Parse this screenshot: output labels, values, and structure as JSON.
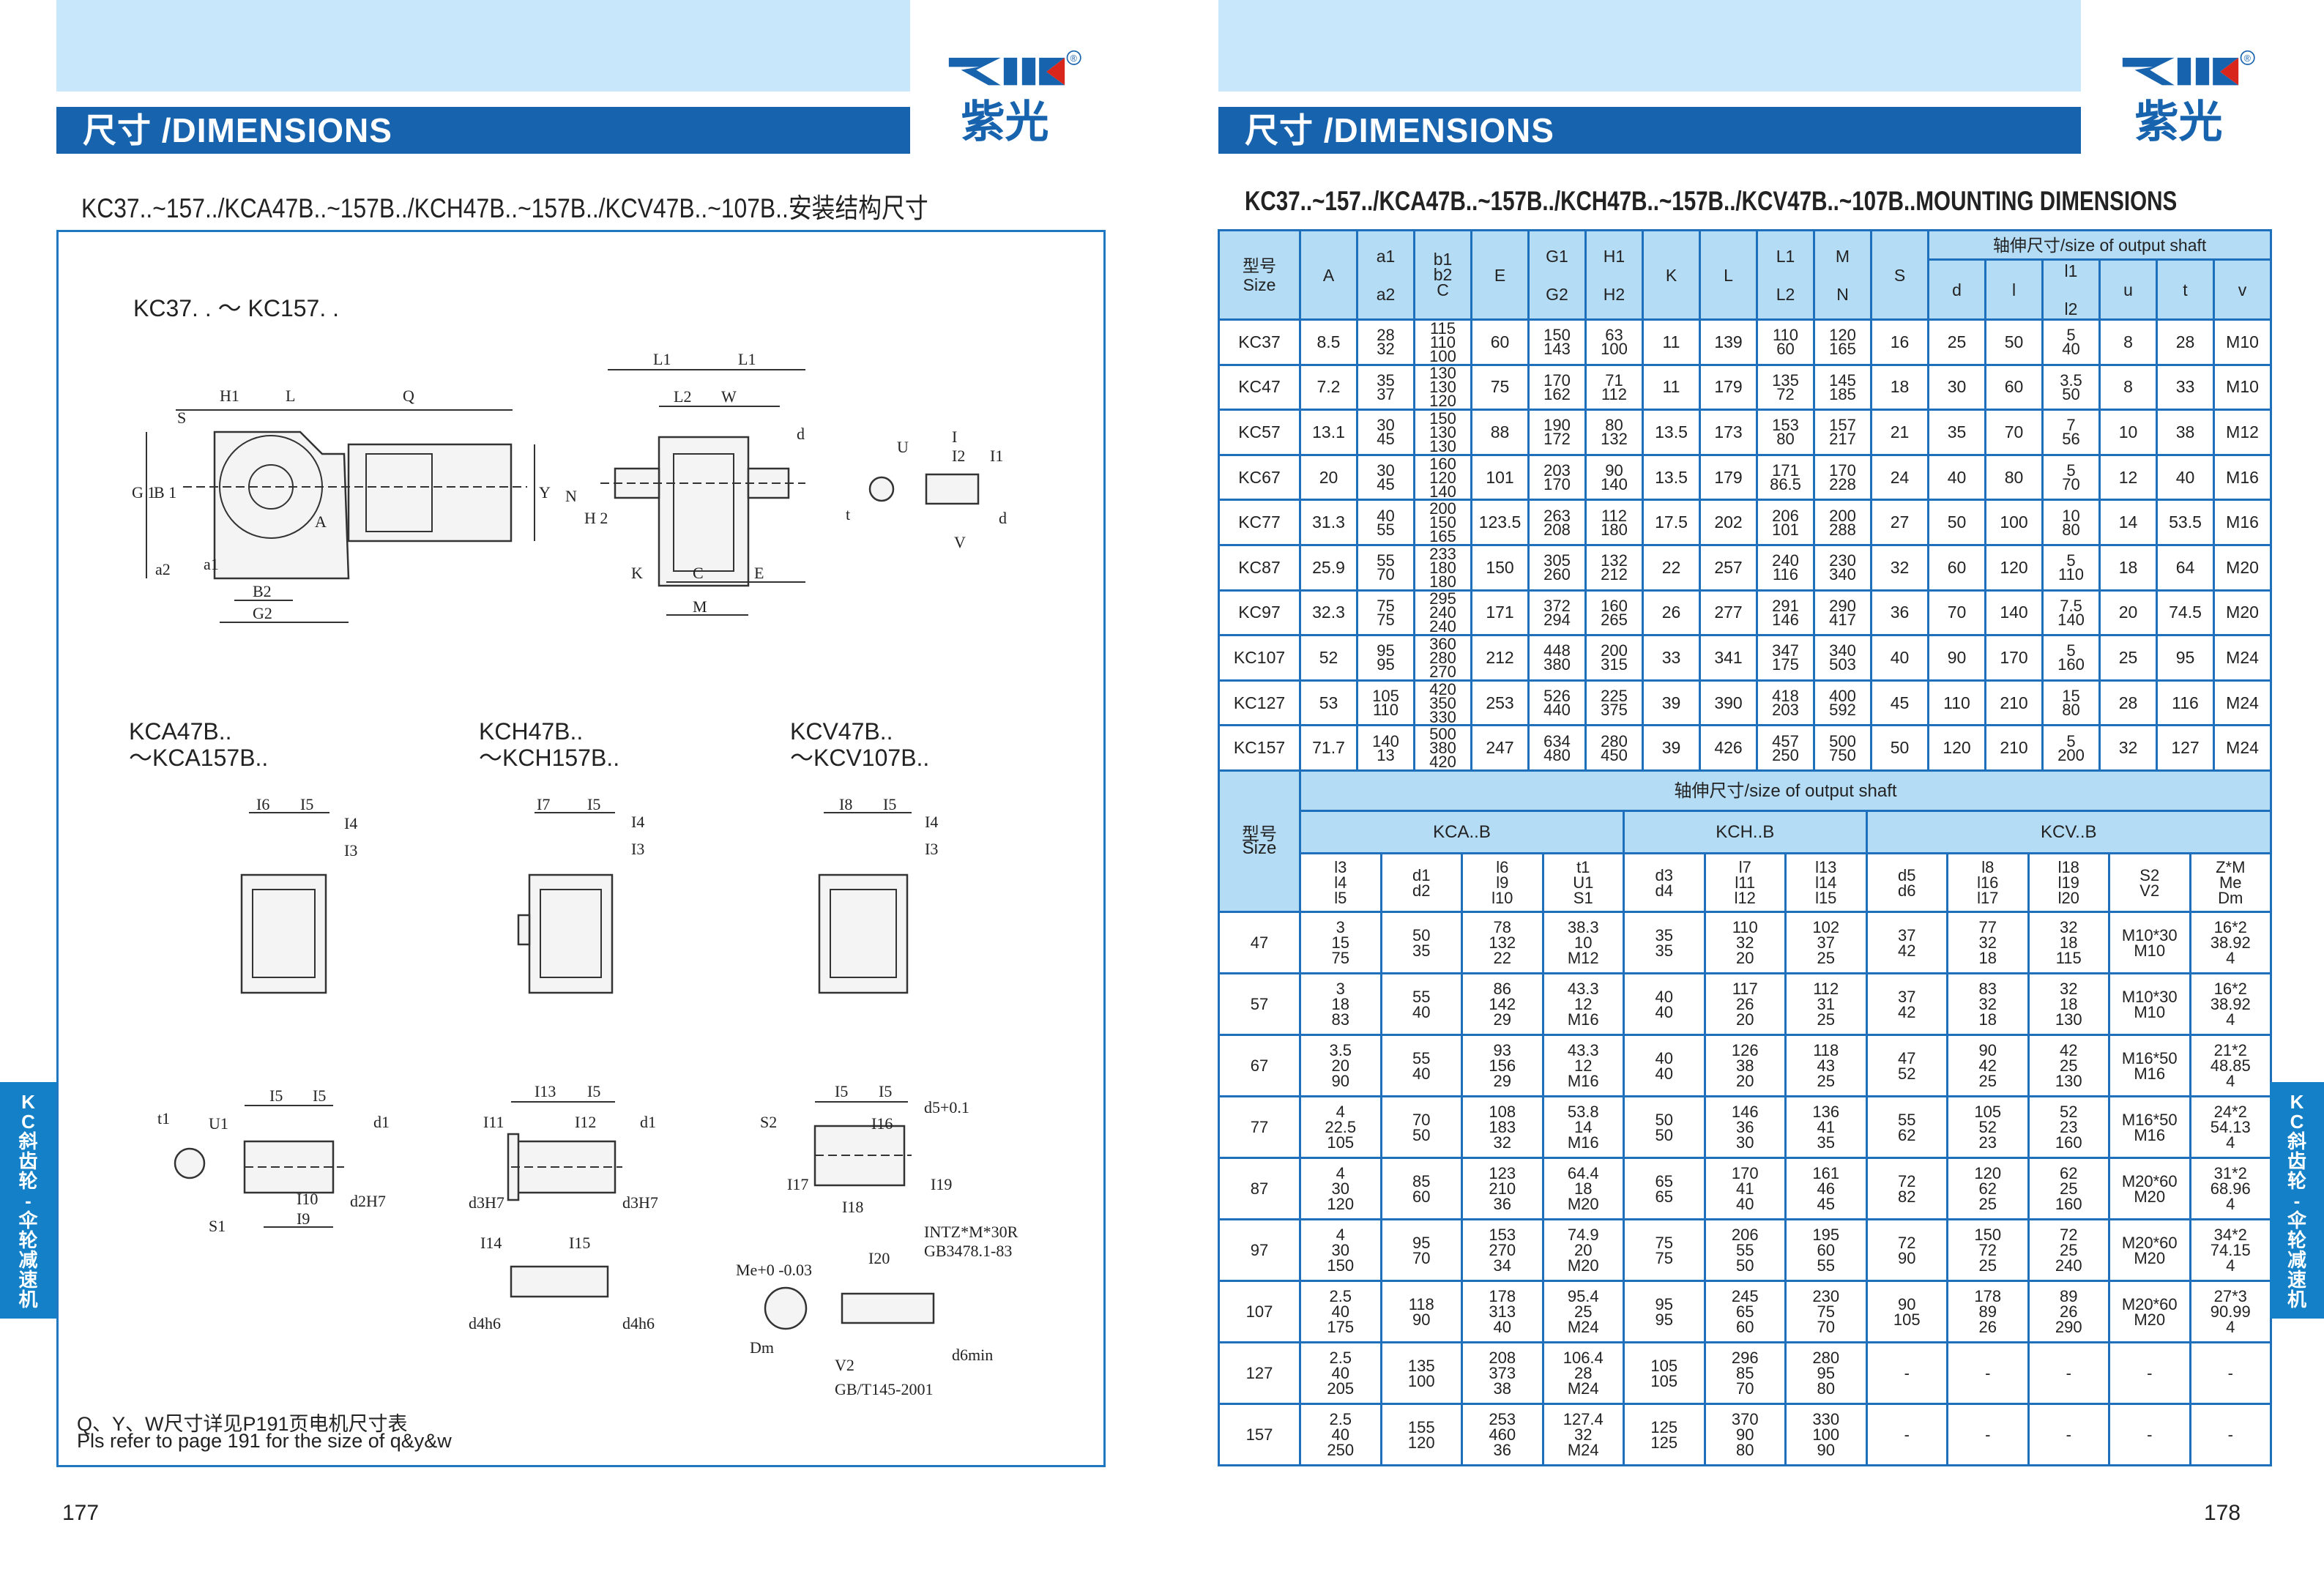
{
  "brand": {
    "logo_text": "ZIK",
    "logo_cn": "紫光",
    "registered_mark": "®",
    "colors": {
      "blue": "#1763ad",
      "red": "#d9261c",
      "header_band": "#c9e7fa",
      "table_header": "#b5dcf5",
      "table_border": "#1e6fbc",
      "side_tab": "#1380c8"
    }
  },
  "left_page": {
    "title": "尺寸 /DIMENSIONS",
    "subtitle": "KC37..~157../KCA47B..~157B../KCH47B..~157B../KCV47B..~107B..安装结构尺寸",
    "side_tab": "K\nC\n斜\n齿\n轮\n-\n伞\n轮\n减\n速\n机",
    "page_number": "177",
    "note_cn": "Q、Y、W尺寸详见P191页电机尺寸表",
    "note_en": "Pls refer to page 191 for the size of q&y&w",
    "drawings": {
      "main_label": "KC37. . ～ KC157. .",
      "main_dims": [
        "H1",
        "L",
        "Q",
        "S",
        "G 1",
        "B 1",
        "Y",
        "A",
        "a2",
        "a1",
        "B2",
        "G2"
      ],
      "side_dims": [
        "L1",
        "L1",
        "L2",
        "W",
        "d",
        "N",
        "H 2",
        "K",
        "C",
        "E",
        "M"
      ],
      "shaft_dims": [
        "U",
        "t",
        "I",
        "I2",
        "I1",
        "d",
        "V"
      ],
      "variants": [
        {
          "line1": "KCA47B..",
          "line2": "～KCA157B..",
          "dims": [
            "I6",
            "I5",
            "I4",
            "I3"
          ]
        },
        {
          "line1": "KCH47B..",
          "line2": "～KCH157B..",
          "dims": [
            "I7",
            "I5",
            "I4",
            "I3"
          ]
        },
        {
          "line1": "KCV47B..",
          "line2": "～KCV107B..",
          "dims": [
            "I8",
            "I5",
            "I4",
            "I3"
          ]
        }
      ],
      "kca_shaft_dims": [
        "t1",
        "U1",
        "I5",
        "I5",
        "d1",
        "I10",
        "d2H7",
        "S1",
        "I9"
      ],
      "kch_shaft_dims": [
        "I13",
        "I5",
        "I11",
        "I12",
        "d1",
        "d3H7",
        "d3H7",
        "I14",
        "I15",
        "d4h6",
        "d4h6"
      ],
      "kcv_shaft_dims": [
        "I5",
        "I5",
        "S2",
        "I16",
        "d5+0.1",
        "I17",
        "I19",
        "I18",
        "I20",
        "Me+0 -0.03",
        "Dm",
        "d6min"
      ],
      "kcv_notes": [
        "INTZ*M*30R",
        "GB3478.1-83",
        "V2",
        "GB/T145-2001"
      ]
    }
  },
  "right_page": {
    "title": "尺寸 /DIMENSIONS",
    "subtitle": "KC37..~157../KCA47B..~157B../KCH47B..~157B../KCV47B..~107B..MOUNTING DIMENSIONS",
    "side_tab": "K\nC\n斜\n齿\n轮\n-\n伞\n轮\n减\n速\n机",
    "page_number": "178",
    "table1": {
      "size_header": "型号\nSize",
      "headers": [
        "A",
        "a1\n\na2",
        "b1\nb2\nC",
        "E",
        "G1\n\nG2",
        "H1\n\nH2",
        "K",
        "L",
        "L1\n\nL2",
        "M\n\nN",
        "S"
      ],
      "group_header": "轴伸尺寸/size of output shaft",
      "group_columns": [
        "d",
        "l",
        "l1\n\nl2",
        "u",
        "t",
        "v"
      ],
      "rows": [
        [
          "KC37",
          "8.5",
          "28\n32",
          "115\n110\n100",
          "60",
          "150\n143",
          "63\n100",
          "11",
          "139",
          "110\n60",
          "120\n165",
          "16",
          "25",
          "50",
          "5\n40",
          "8",
          "28",
          "M10"
        ],
        [
          "KC47",
          "7.2",
          "35\n37",
          "130\n130\n120",
          "75",
          "170\n162",
          "71\n112",
          "11",
          "179",
          "135\n72",
          "145\n185",
          "18",
          "30",
          "60",
          "3.5\n50",
          "8",
          "33",
          "M10"
        ],
        [
          "KC57",
          "13.1",
          "30\n45",
          "150\n130\n130",
          "88",
          "190\n172",
          "80\n132",
          "13.5",
          "173",
          "153\n80",
          "157\n217",
          "21",
          "35",
          "70",
          "7\n56",
          "10",
          "38",
          "M12"
        ],
        [
          "KC67",
          "20",
          "30\n45",
          "160\n120\n140",
          "101",
          "203\n170",
          "90\n140",
          "13.5",
          "179",
          "171\n86.5",
          "170\n228",
          "24",
          "40",
          "80",
          "5\n70",
          "12",
          "40",
          "M16"
        ],
        [
          "KC77",
          "31.3",
          "40\n55",
          "200\n150\n165",
          "123.5",
          "263\n208",
          "112\n180",
          "17.5",
          "202",
          "206\n101",
          "200\n288",
          "27",
          "50",
          "100",
          "10\n80",
          "14",
          "53.5",
          "M16"
        ],
        [
          "KC87",
          "25.9",
          "55\n70",
          "233\n180\n180",
          "150",
          "305\n260",
          "132\n212",
          "22",
          "257",
          "240\n116",
          "230\n340",
          "32",
          "60",
          "120",
          "5\n110",
          "18",
          "64",
          "M20"
        ],
        [
          "KC97",
          "32.3",
          "75\n75",
          "295\n240\n240",
          "171",
          "372\n294",
          "160\n265",
          "26",
          "277",
          "291\n146",
          "290\n417",
          "36",
          "70",
          "140",
          "7.5\n140",
          "20",
          "74.5",
          "M20"
        ],
        [
          "KC107",
          "52",
          "95\n95",
          "360\n280\n270",
          "212",
          "448\n380",
          "200\n315",
          "33",
          "341",
          "347\n175",
          "340\n503",
          "40",
          "90",
          "170",
          "5\n160",
          "25",
          "95",
          "M24"
        ],
        [
          "KC127",
          "53",
          "105\n110",
          "420\n350\n330",
          "253",
          "526\n440",
          "225\n375",
          "39",
          "390",
          "418\n203",
          "400\n592",
          "45",
          "110",
          "210",
          "15\n80",
          "28",
          "116",
          "M24"
        ],
        [
          "KC157",
          "71.7",
          "140\n13",
          "500\n380\n420",
          "247",
          "634\n480",
          "280\n450",
          "39",
          "426",
          "457\n250",
          "500\n750",
          "50",
          "120",
          "210",
          "5\n200",
          "32",
          "127",
          "M24"
        ]
      ]
    },
    "table2": {
      "size_header": "型号\nSize",
      "group_header": "轴伸尺寸/size of output shaft",
      "groups": [
        {
          "label": "KCA..B",
          "columns": [
            "l3\nl4\nl5",
            "d1\nd2",
            "l6\nl9\nl10",
            "t1\nU1\nS1"
          ]
        },
        {
          "label": "KCH..B",
          "columns": [
            "d3\nd4",
            "l7\nl11\nl12",
            "l13\nl14\nl15"
          ]
        },
        {
          "label": "KCV..B",
          "columns": [
            "d5\nd6",
            "l8\nl16\nl17",
            "l18\nl19\nl20",
            "S2\nV2",
            "Z*M\nMe\nDm"
          ]
        }
      ],
      "rows": [
        [
          "47",
          "3\n15\n75",
          "50\n35",
          "78\n132\n22",
          "38.3\n10\nM12",
          "35\n35",
          "110\n32\n20",
          "102\n37\n25",
          "37\n42",
          "77\n32\n18",
          "32\n18\n115",
          "M10*30\nM10",
          "16*2\n38.92\n4"
        ],
        [
          "57",
          "3\n18\n83",
          "55\n40",
          "86\n142\n29",
          "43.3\n12\nM16",
          "40\n40",
          "117\n26\n20",
          "112\n31\n25",
          "37\n42",
          "83\n32\n18",
          "32\n18\n130",
          "M10*30\nM10",
          "16*2\n38.92\n4"
        ],
        [
          "67",
          "3.5\n20\n90",
          "55\n40",
          "93\n156\n29",
          "43.3\n12\nM16",
          "40\n40",
          "126\n38\n20",
          "118\n43\n25",
          "47\n52",
          "90\n42\n25",
          "42\n25\n130",
          "M16*50\nM16",
          "21*2\n48.85\n4"
        ],
        [
          "77",
          "4\n22.5\n105",
          "70\n50",
          "108\n183\n32",
          "53.8\n14\nM16",
          "50\n50",
          "146\n36\n30",
          "136\n41\n35",
          "55\n62",
          "105\n52\n23",
          "52\n23\n160",
          "M16*50\nM16",
          "24*2\n54.13\n4"
        ],
        [
          "87",
          "4\n30\n120",
          "85\n60",
          "123\n210\n36",
          "64.4\n18\nM20",
          "65\n65",
          "170\n41\n40",
          "161\n46\n45",
          "72\n82",
          "120\n62\n25",
          "62\n25\n160",
          "M20*60\nM20",
          "31*2\n68.96\n4"
        ],
        [
          "97",
          "4\n30\n150",
          "95\n70",
          "153\n270\n34",
          "74.9\n20\nM20",
          "75\n75",
          "206\n55\n50",
          "195\n60\n55",
          "72\n90",
          "150\n72\n25",
          "72\n25\n240",
          "M20*60\nM20",
          "34*2\n74.15\n4"
        ],
        [
          "107",
          "2.5\n40\n175",
          "118\n90",
          "178\n313\n40",
          "95.4\n25\nM24",
          "95\n95",
          "245\n65\n60",
          "230\n75\n70",
          "90\n105",
          "178\n89\n26",
          "89\n26\n290",
          "M20*60\nM20",
          "27*3\n90.99\n4"
        ],
        [
          "127",
          "2.5\n40\n205",
          "135\n100",
          "208\n373\n38",
          "106.4\n28\nM24",
          "105\n105",
          "296\n85\n70",
          "280\n95\n80",
          "-",
          "-",
          "-",
          "-",
          "-"
        ],
        [
          "157",
          "2.5\n40\n250",
          "155\n120",
          "253\n460\n36",
          "127.4\n32\nM24",
          "125\n125",
          "370\n90\n80",
          "330\n100\n90",
          "-",
          "-",
          "-",
          "-",
          "-"
        ]
      ]
    }
  }
}
